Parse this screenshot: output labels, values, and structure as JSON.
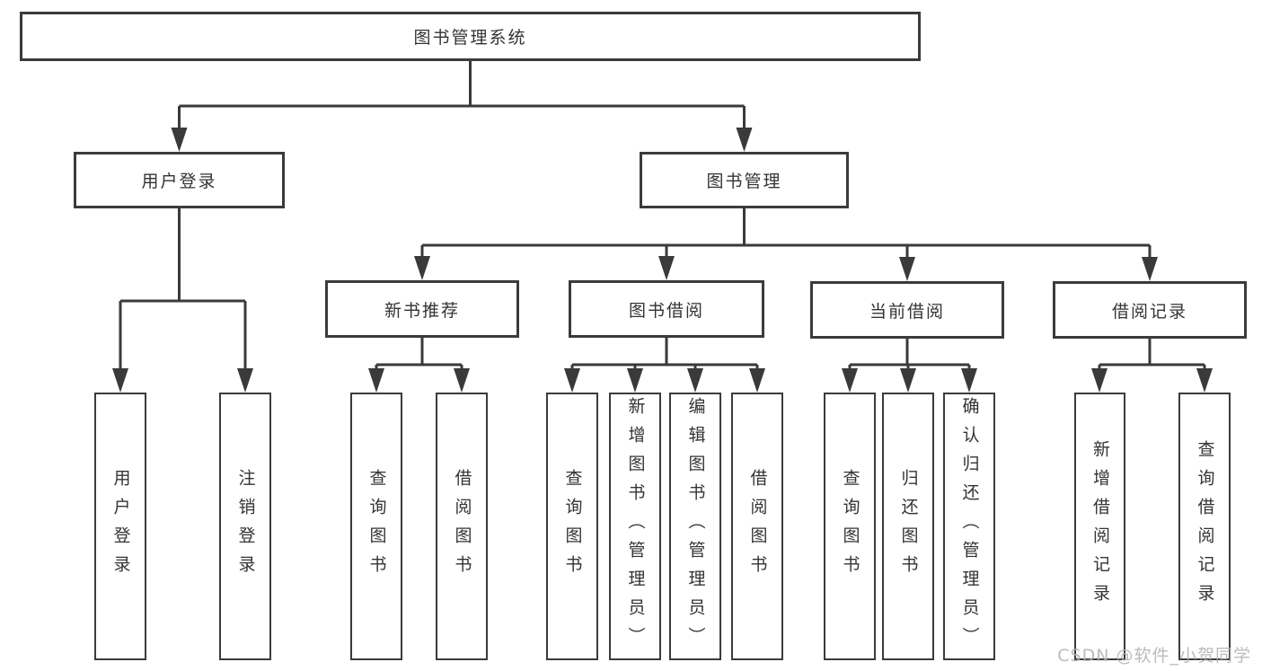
{
  "tree": {
    "root": {
      "label": "图书管理系统"
    },
    "branches": [
      {
        "label": "用户登录",
        "children": [
          {
            "label": "用户登录"
          },
          {
            "label": "注销登录"
          }
        ]
      },
      {
        "label": "图书管理",
        "children": [
          {
            "label": "新书推荐",
            "children": [
              {
                "label": "查询图书"
              },
              {
                "label": "借阅图书"
              }
            ]
          },
          {
            "label": "图书借阅",
            "children": [
              {
                "label": "查询图书"
              },
              {
                "label": "新增图书（管理员）"
              },
              {
                "label": "编辑图书（管理员）"
              },
              {
                "label": "借阅图书"
              }
            ]
          },
          {
            "label": "当前借阅",
            "children": [
              {
                "label": "查询图书"
              },
              {
                "label": "归还图书"
              },
              {
                "label": "确认归还（管理员）"
              }
            ]
          },
          {
            "label": "借阅记录",
            "children": [
              {
                "label": "新增借阅记录"
              },
              {
                "label": "查询借阅记录"
              }
            ]
          }
        ]
      }
    ]
  },
  "watermark": {
    "text": "CSDN @软件_小贺同学"
  },
  "colors": {
    "line": "#3a3a3a",
    "border": "#3b3b3b",
    "text": "#333333",
    "watermark_gray": "#b0b0b0",
    "background": "#ffffff"
  }
}
